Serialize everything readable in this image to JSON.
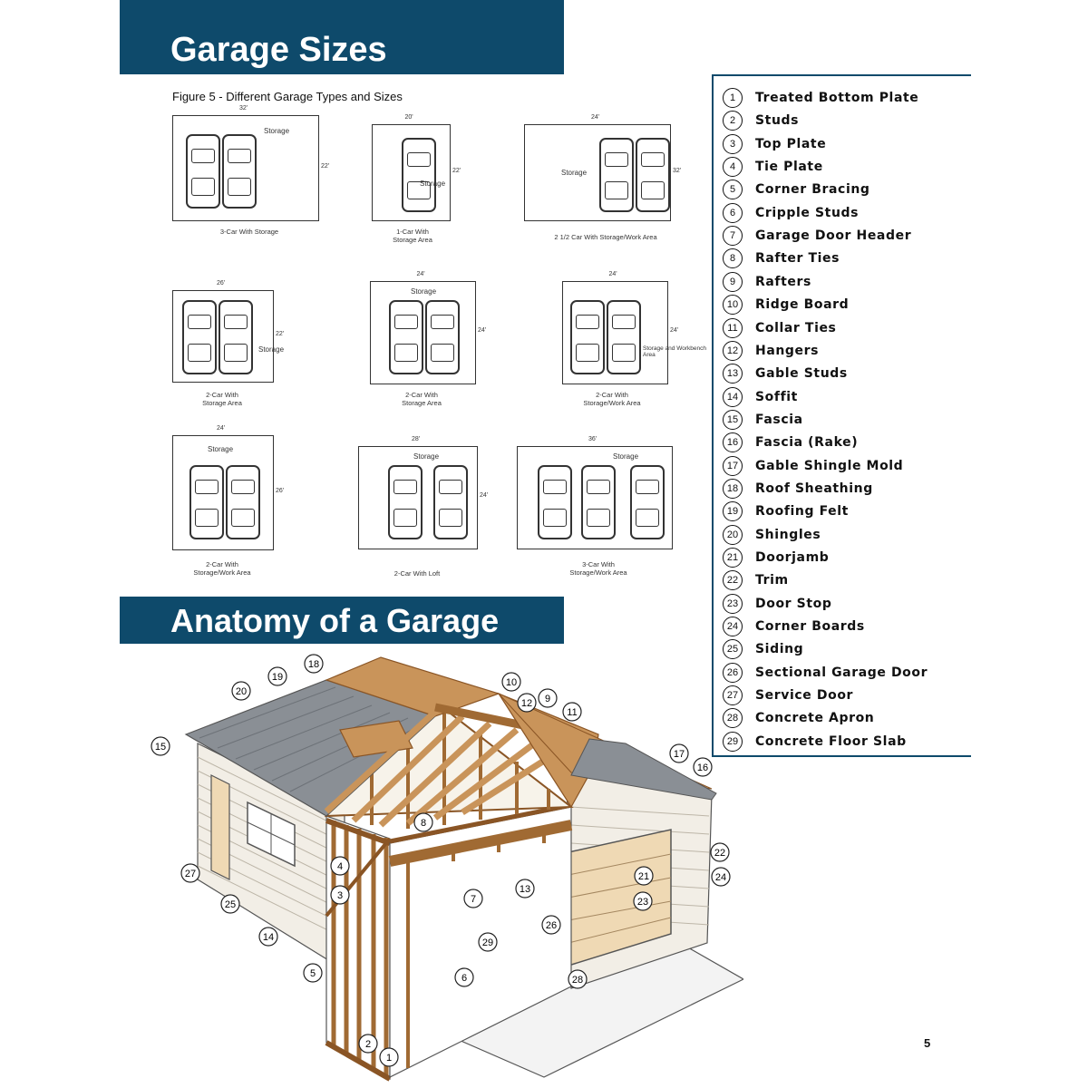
{
  "section1": {
    "title": "Garage Sizes"
  },
  "figure": {
    "caption": "Figure 5 - Different Garage Types and Sizes"
  },
  "plans": [
    {
      "label_line1": "3-Car With Storage",
      "label_line2": "",
      "width_dim": "32'",
      "depth_dim": "22'",
      "storage": "Storage"
    },
    {
      "label_line1": "1-Car With",
      "label_line2": "Storage Area",
      "width_dim": "20'",
      "depth_dim": "22'",
      "storage": "Storage"
    },
    {
      "label_line1": "2 1/2 Car With Storage/Work Area",
      "label_line2": "",
      "width_dim": "24'",
      "depth_dim": "32'",
      "storage": "Storage"
    },
    {
      "label_line1": "2-Car With",
      "label_line2": "Storage Area",
      "width_dim": "26'",
      "depth_dim": "22'",
      "storage": "Storage"
    },
    {
      "label_line1": "2-Car With",
      "label_line2": "Storage Area",
      "width_dim": "24'",
      "depth_dim": "24'",
      "storage": "Storage"
    },
    {
      "label_line1": "2-Car With",
      "label_line2": "Storage/Work Area",
      "width_dim": "24'",
      "depth_dim": "24'",
      "storage": "Storage and Workbench Area"
    },
    {
      "label_line1": "2-Car With",
      "label_line2": "Storage/Work Area",
      "width_dim": "24'",
      "depth_dim": "26'",
      "storage": "Storage"
    },
    {
      "label_line1": "2-Car With Loft",
      "label_line2": "",
      "width_dim": "28'",
      "depth_dim": "24'",
      "storage": "Storage"
    },
    {
      "label_line1": "3-Car With",
      "label_line2": "Storage/Work Area",
      "width_dim": "36'",
      "depth_dim": "",
      "storage": "Storage"
    }
  ],
  "section2": {
    "title": "Anatomy of a Garage"
  },
  "legend": {
    "items": [
      {
        "num": "1",
        "text": "Treated Bottom Plate"
      },
      {
        "num": "2",
        "text": "Studs"
      },
      {
        "num": "3",
        "text": "Top Plate"
      },
      {
        "num": "4",
        "text": "Tie Plate"
      },
      {
        "num": "5",
        "text": "Corner Bracing"
      },
      {
        "num": "6",
        "text": "Cripple Studs"
      },
      {
        "num": "7",
        "text": "Garage Door Header"
      },
      {
        "num": "8",
        "text": "Rafter Ties"
      },
      {
        "num": "9",
        "text": "Rafters"
      },
      {
        "num": "10",
        "text": "Ridge Board"
      },
      {
        "num": "11",
        "text": "Collar Ties"
      },
      {
        "num": "12",
        "text": "Hangers"
      },
      {
        "num": "13",
        "text": "Gable Studs"
      },
      {
        "num": "14",
        "text": "Soffit"
      },
      {
        "num": "15",
        "text": "Fascia"
      },
      {
        "num": "16",
        "text": "Fascia (Rake)"
      },
      {
        "num": "17",
        "text": "Gable Shingle Mold"
      },
      {
        "num": "18",
        "text": "Roof Sheathing"
      },
      {
        "num": "19",
        "text": "Roofing Felt"
      },
      {
        "num": "20",
        "text": "Shingles"
      },
      {
        "num": "21",
        "text": "Doorjamb"
      },
      {
        "num": "22",
        "text": "Trim"
      },
      {
        "num": "23",
        "text": "Door Stop"
      },
      {
        "num": "24",
        "text": "Corner Boards"
      },
      {
        "num": "25",
        "text": "Siding"
      },
      {
        "num": "26",
        "text": "Sectional Garage Door"
      },
      {
        "num": "27",
        "text": "Service Door"
      },
      {
        "num": "28",
        "text": "Concrete Apron"
      },
      {
        "num": "29",
        "text": "Concrete Floor Slab"
      }
    ]
  },
  "callouts": [
    "18",
    "19",
    "20",
    "15",
    "10",
    "12",
    "9",
    "11",
    "17",
    "16",
    "8",
    "4",
    "3",
    "7",
    "13",
    "22",
    "21",
    "24",
    "23",
    "27",
    "25",
    "14",
    "5",
    "29",
    "26",
    "6",
    "28",
    "2",
    "1"
  ],
  "page": {
    "number": "5"
  },
  "colors": {
    "banner": "#0e4a6b",
    "wood": "#c9945a",
    "shingle": "#8a8f95",
    "siding": "#f2eee6",
    "door": "#efd9b4"
  }
}
